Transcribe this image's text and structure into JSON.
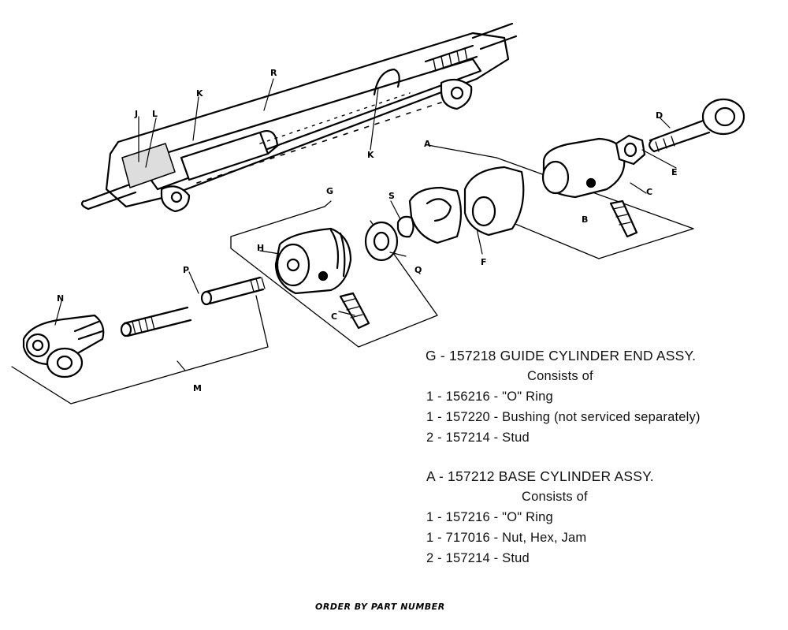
{
  "callouts": {
    "A": "A",
    "C1": "C",
    "C2": "C",
    "D": "D",
    "E": "E",
    "F": "F",
    "G": "G",
    "H": "H",
    "J": "J",
    "K1": "K",
    "K2": "K",
    "L": "L",
    "M": "M",
    "N": "N",
    "P": "P",
    "Q": "Q",
    "R": "R",
    "S": "S",
    "B": "B"
  },
  "guide_assembly": {
    "header": "G - 157218 GUIDE CYLINDER END ASSY.",
    "consists": "Consists of",
    "items": [
      "1 - 156216 - \"O\" Ring",
      "1 - 157220 - Bushing (not serviced separately)",
      "2 - 157214 - Stud"
    ]
  },
  "base_assembly": {
    "header": "A - 157212 BASE CYLINDER ASSY.",
    "consists": "Consists of",
    "items": [
      "1 - 157216 - \"O\" Ring",
      "1 - 717016 - Nut, Hex, Jam",
      "2 - 157214 - Stud"
    ]
  },
  "footer": "ORDER BY PART NUMBER"
}
